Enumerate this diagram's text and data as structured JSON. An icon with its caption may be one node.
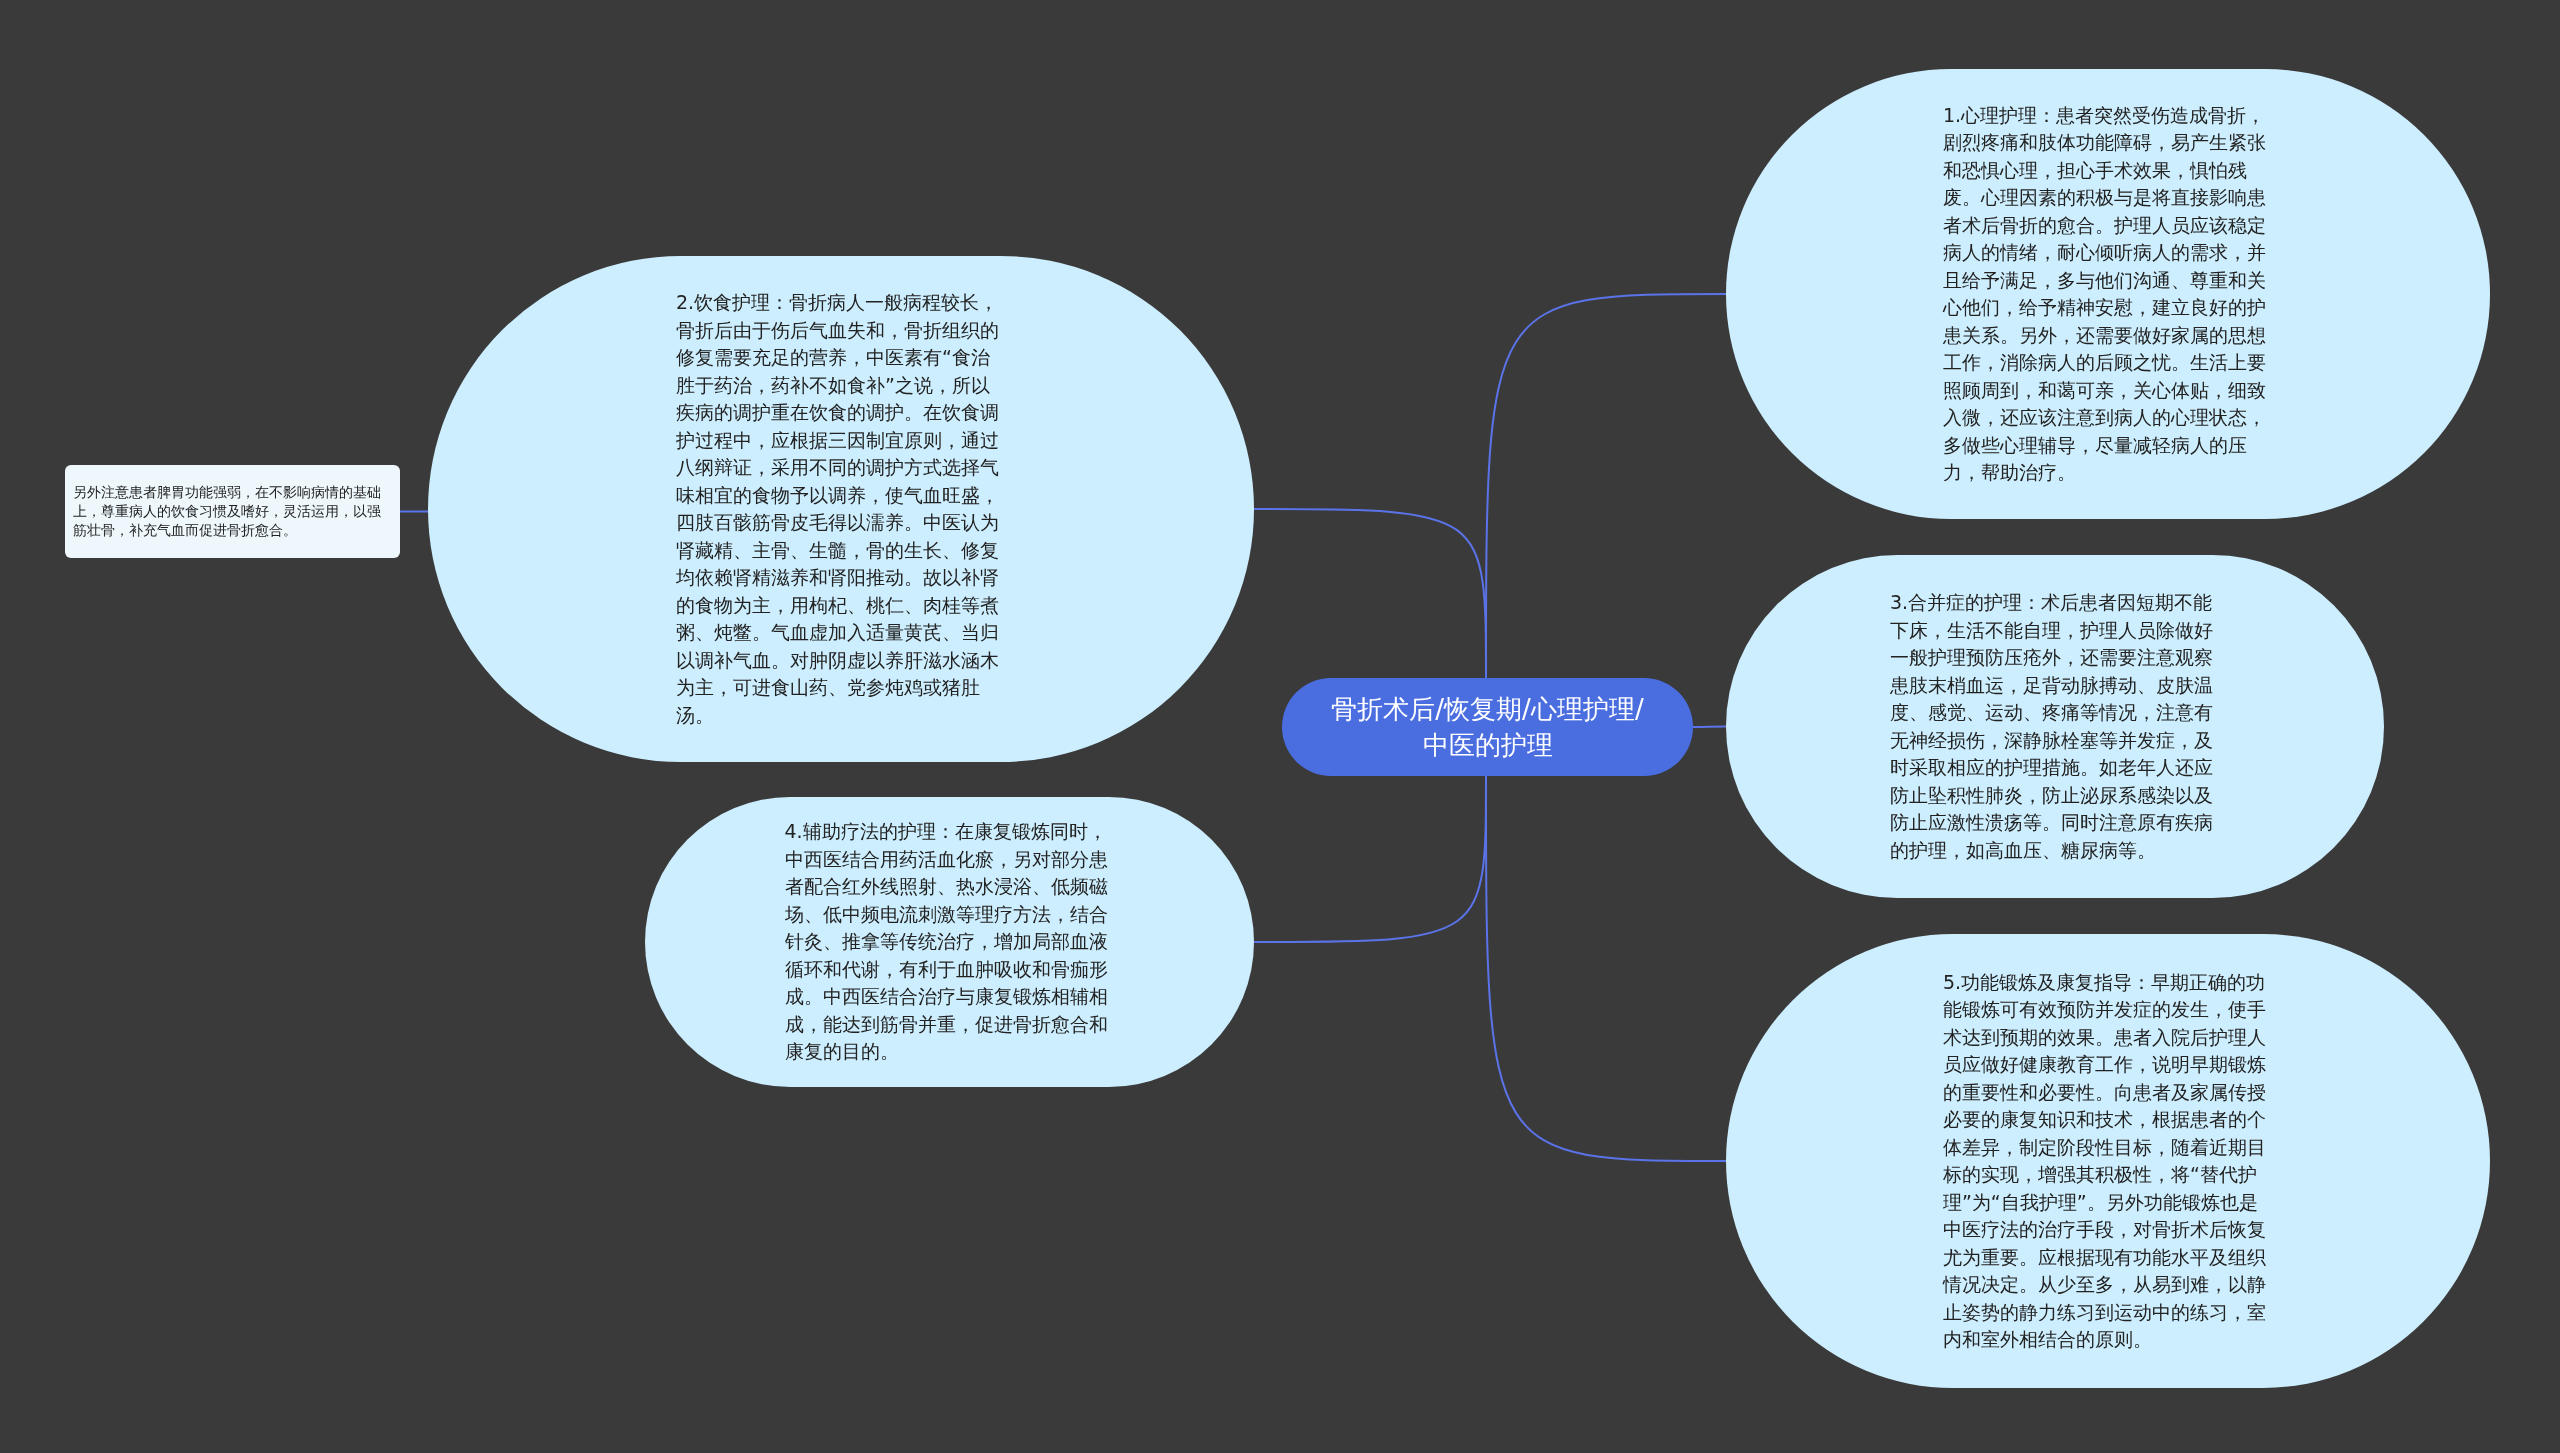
{
  "diagram": {
    "nodes": [
      {
        "text": [
          "骨折术后/恢复期/心理护理/中医的护理"
        ]
      },
      {
        "text": [
          "1.心理护理：患者突然受伤造成骨折，剧烈疼痛和肢体功能障碍，易产生紧张和恐惧心理，担心手术效果，惧怕残废。心理因素的积极与是将直接影响患者术后骨折的愈合。护理人员应该稳定病人的情绪，耐心倾听病人的需求，并且给予满足，多与他们沟通、尊重和关心他们，给予精神安慰，建立良好的护患关系。另外，还需要做好家属的思想工作，消除病人的后顾之忧。生活上要照顾周到，和蔼可亲，关心体贴，细致入微，还应该注意到病人的心理状态，多做些心理辅导，尽量减轻病人的压力，帮助治疗。"
        ]
      },
      {
        "text": [
          "2.饮食护理：骨折病人一般病程较长，骨折后由于伤后气血失和，骨折组织的修复需要充足的营养，中医素有“食治胜于药治，药补不如食补”之说，所以疾病的调护重在饮食的调护。在饮食调护过程中，应根据三因制宜原则，通过八纲辩证，采用不同的调护方式选择气味相宜的食物予以调养，使气血旺盛，四肢百骸筋骨皮毛得以濡养。中医认为肾藏精、主骨、生髓，骨的生长、修复均依赖肾精滋养和肾阳推动。故以补肾的食物为主，用枸杞、桃仁、肉桂等煮粥、炖鳖。气血虚加入适量黄芪、当归以调补气血。对肿阴虚以养肝滋水涵木为主，可进食山药、党参炖鸡或猪肚汤。"
        ]
      },
      {
        "text": [
          "另外注意患者脾胃功能强弱，在不影响病情的基础上，尊重病人的饮食习惯及嗜好，灵活运用，以强筋壮骨，补充气血而促进骨折愈合。"
        ]
      },
      {
        "text": [
          "3.合并症的护理：术后患者因短期不能下床，生活不能自理，护理人员除做好一般护理预防压疮外，还需要注意观察患肢末梢血运，足背动脉搏动、皮肤温度、感觉、运动、疼痛等情况，注意有无神经损伤，深静脉栓塞等并发症，及时采取相应的护理措施。如老年人还应防止坠积性肺炎，防止泌尿系感染以及防止应激性溃疡等。同时注意原有疾病的护理，如高血压、糖尿病等。"
        ]
      },
      {
        "text": [
          "4.辅助疗法的护理：在康复锻炼同时，中西医结合用药活血化瘀，另对部分患者配合红外线照射、热水浸浴、低频磁场、低中频电流刺激等理疗方法，结合针灸、推拿等传统治疗，增加局部血液循环和代谢，有利于血肿吸收和骨痂形成。中西医结合治疗与康复锻炼相辅相成，能达到筋骨并重，促进骨折愈合和康复的目的。"
        ]
      },
      {
        "text": [
          "5.功能锻炼及康复指导：早期正确的功能锻炼可有效预防并发症的发生，使手术达到预期的效果。患者入院后护理人员应做好健康教育工作，说明早期锻炼的重要性和必要性。向患者及家属传授必要的康复知识和技术，根据患者的个体差异，制定阶段性目标，随着近期目标的实现，增强其积极性，将“替代护理”为“自我护理”。另外功能锻炼也是中医疗法的治疗手段，对骨折术后恢复尤为重要。应根据现有功能水平及组织情况决定。从少至多，从易到难，以静止姿势的静力练习到运动中的练习，室内和室外相结合的原则。"
        ]
      }
    ],
    "edges": [
      {
        "from": 0,
        "to": 1,
        "arrow": "none"
      },
      {
        "from": 0,
        "to": 2,
        "arrow": "none"
      },
      {
        "from": 2,
        "to": 3,
        "arrow": "none"
      },
      {
        "from": 0,
        "to": 4,
        "arrow": "none"
      },
      {
        "from": 0,
        "to": 5,
        "arrow": "none"
      },
      {
        "from": 0,
        "to": 6,
        "arrow": "none"
      }
    ]
  }
}
